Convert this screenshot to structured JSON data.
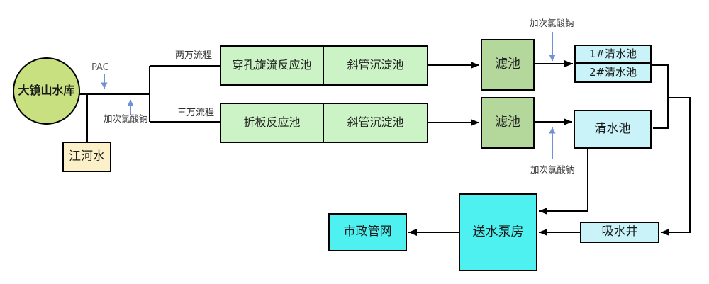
{
  "nodes": {
    "reservoir": "大镜山水库",
    "river": "江河水",
    "reactor_top": "穿孔旋流反应池",
    "sediment_top": "斜管沉淀池",
    "reactor_bottom": "折板反应池",
    "sediment_bottom": "斜管沉淀池",
    "filter_top": "滤池",
    "filter_bottom": "滤池",
    "tank1": "1#清水池",
    "tank2": "2#清水池",
    "clear_tank": "清水池",
    "suction_well": "吸水井",
    "pump_station": "送水泵房",
    "municipal_network": "市政管网"
  },
  "labels": {
    "pac": "PAC",
    "naclo_left": "加次氯酸钠",
    "flow_top": "两万流程",
    "flow_bottom": "三万流程",
    "naclo_top_right": "加次氯酸钠",
    "naclo_bottom_right": "加次氯酸钠"
  },
  "colors": {
    "reservoir_fill": "#c8e080",
    "river_fill": "#fbf0c7",
    "process_fill": "#ccf3c5",
    "filter_fill": "#b4d79c",
    "tank_fill": "#c9f3f8",
    "pump_fill": "#4ef0f0",
    "dosing_arrow_blue": "#7191d6",
    "line_black": "#000000"
  }
}
